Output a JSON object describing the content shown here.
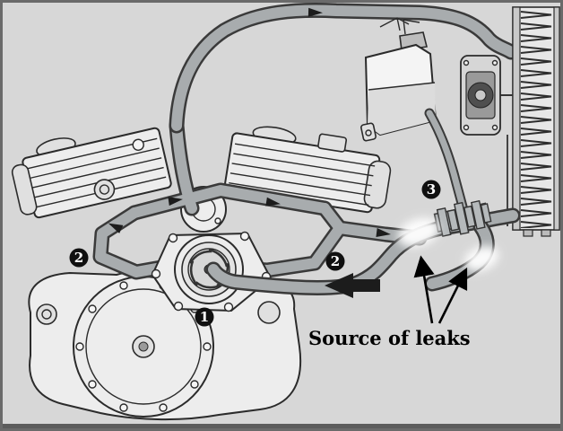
{
  "annotation": {
    "label": "Source of leaks"
  },
  "markers": [
    {
      "id": "water-pump",
      "label": "1"
    },
    {
      "id": "left-coolant-passage",
      "label": "2"
    },
    {
      "id": "right-coolant-passage",
      "label": "2"
    },
    {
      "id": "hose-junction",
      "label": "3"
    }
  ],
  "colors": {
    "background": "#d7d7d7",
    "hose": "#a8acae",
    "hose_outline": "#3a3a3a",
    "engine_fill": "#ededed",
    "line": "#2b2b2b",
    "leak_highlight": "#ffffff"
  }
}
